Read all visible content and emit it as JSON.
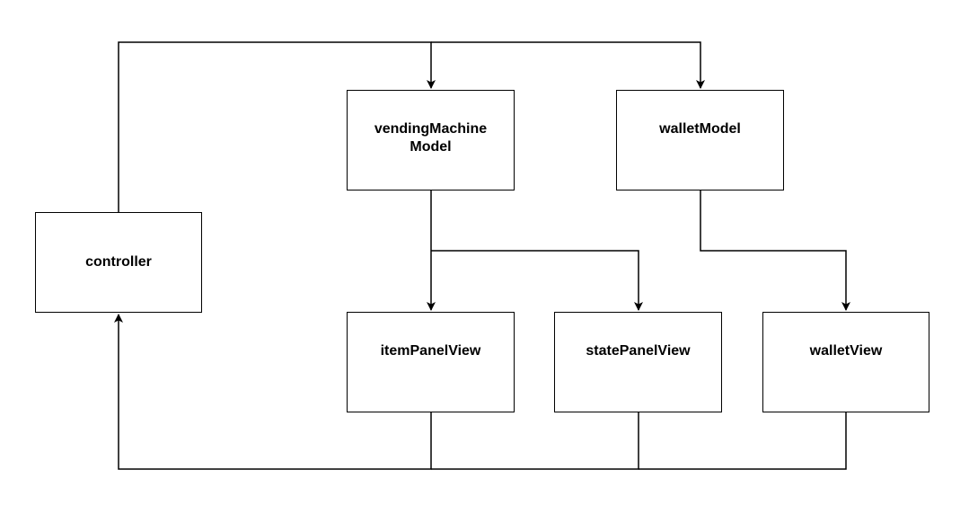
{
  "nodes": {
    "controller": "controller",
    "vending_machine_model_line1": "vendingMachine",
    "vending_machine_model_line2": "Model",
    "wallet_model": "walletModel",
    "item_panel_view": "itemPanelView",
    "state_panel_view": "statePanelView",
    "wallet_view": "walletView"
  },
  "edges": [
    {
      "from": "controller",
      "to": "vendingMachineModel"
    },
    {
      "from": "controller",
      "to": "walletModel"
    },
    {
      "from": "vendingMachineModel",
      "to": "itemPanelView"
    },
    {
      "from": "vendingMachineModel",
      "to": "statePanelView"
    },
    {
      "from": "walletModel",
      "to": "walletView"
    },
    {
      "from": "itemPanelView",
      "to": "controller"
    },
    {
      "from": "statePanelView",
      "to": "controller"
    },
    {
      "from": "walletView",
      "to": "controller"
    }
  ],
  "colors": {
    "stroke": "#000000",
    "fill": "#ffffff"
  }
}
